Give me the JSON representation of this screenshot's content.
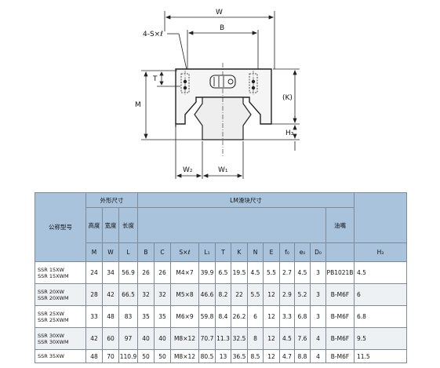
{
  "drawing": {
    "labels": {
      "W": "W",
      "B": "B",
      "SL": "4-S×ℓ",
      "T": "T",
      "M": "M",
      "K": "(K)",
      "H3": "H₃",
      "W2": "W₂",
      "W1": "W₁"
    }
  },
  "table": {
    "header": {
      "model": "公称型号",
      "outer": "外形尺寸",
      "lm": "LM滑块尺寸",
      "h_height": "高度",
      "h_width": "宽度",
      "h_length": "长度",
      "oil": "油嘴",
      "sym": [
        "M",
        "W",
        "L",
        "B",
        "C",
        "S×ℓ",
        "L₁",
        "T",
        "K",
        "N",
        "E",
        "f₀",
        "e₀",
        "D₀",
        "H₃"
      ]
    },
    "rows": [
      {
        "model": [
          "SSR 15XW",
          "SSR 15XWM"
        ],
        "M": "24",
        "W": "34",
        "L": "56.9",
        "B": "26",
        "C": "26",
        "S": "M4×7",
        "L1": "39.9",
        "T": "6.5",
        "K": "19.5",
        "N": "4.5",
        "E": "5.5",
        "f0": "2.7",
        "e0": "4.5",
        "D0": "3",
        "oil": "PB1021B",
        "H3": "4.5"
      },
      {
        "model": [
          "SSR 20XW",
          "SSR 20XWM"
        ],
        "M": "28",
        "W": "42",
        "L": "66.5",
        "B": "32",
        "C": "32",
        "S": "M5×8",
        "L1": "46.6",
        "T": "8.2",
        "K": "22",
        "N": "5.5",
        "E": "12",
        "f0": "2.9",
        "e0": "5.2",
        "D0": "3",
        "oil": "B-M6F",
        "H3": "6"
      },
      {
        "model": [
          "SSR 25XW",
          "SSR 25XWM"
        ],
        "M": "33",
        "W": "48",
        "L": "83",
        "B": "35",
        "C": "35",
        "S": "M6×9",
        "L1": "59.8",
        "T": "8.4",
        "K": "26.2",
        "N": "6",
        "E": "12",
        "f0": "3.3",
        "e0": "6.8",
        "D0": "3",
        "oil": "B-M6F",
        "H3": "6.8"
      },
      {
        "model": [
          "SSR 30XW",
          "SSR 30XWM"
        ],
        "M": "42",
        "W": "60",
        "L": "97",
        "B": "40",
        "C": "40",
        "S": "M8×12",
        "L1": "70.7",
        "T": "11.3",
        "K": "32.5",
        "N": "8",
        "E": "12",
        "f0": "4.5",
        "e0": "7.6",
        "D0": "4",
        "oil": "B-M6F",
        "H3": "9.5"
      },
      {
        "model": [
          "SSR 35XW"
        ],
        "M": "48",
        "W": "70",
        "L": "110.9",
        "B": "50",
        "C": "50",
        "S": "M8×12",
        "L1": "80.5",
        "T": "13",
        "K": "36.5",
        "N": "8.5",
        "E": "12",
        "f0": "4.7",
        "e0": "8.8",
        "D0": "4",
        "oil": "B-M6F",
        "H3": "11.5"
      }
    ]
  }
}
